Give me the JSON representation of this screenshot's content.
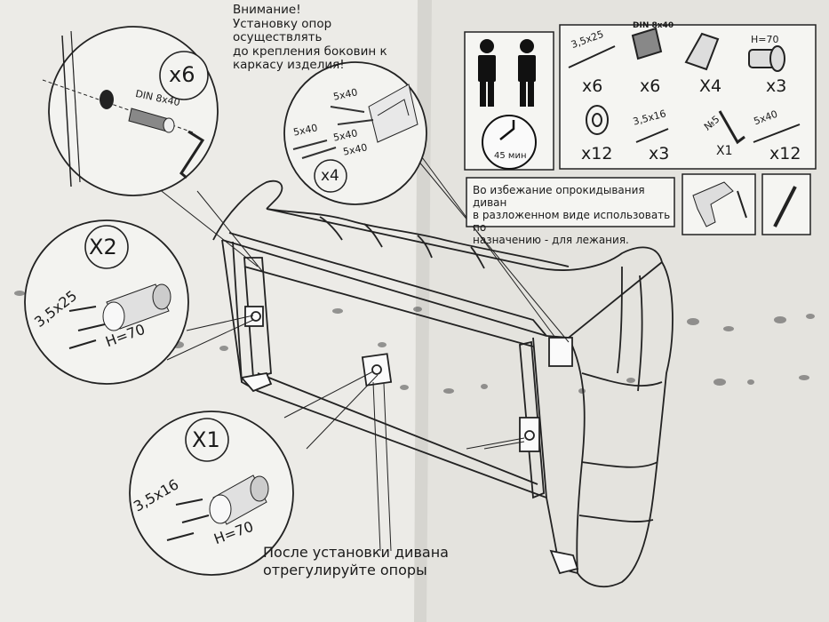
{
  "warning": {
    "title": "Внимание!",
    "lines": [
      "Установку опор осуществлять",
      "до крепления боковин к",
      "каркасу изделия!"
    ]
  },
  "final_note": {
    "line1": "После установки дивана",
    "line2": "отрегулируйте опоры"
  },
  "tipping_warning": {
    "line1": "Во избежание опрокидывания диван",
    "line2": "в разложенном виде использовать по",
    "line3": "назначению - для лежания."
  },
  "assembly_time": "45 мин",
  "parts": [
    {
      "icon": "screw-icon",
      "label": "3,5х25",
      "qty": "x6"
    },
    {
      "icon": "dowel-icon",
      "label": "DIN 8x40",
      "qty": "x6"
    },
    {
      "icon": "corner-bracket-icon",
      "label": "",
      "qty": "X4"
    },
    {
      "icon": "adjustable-foot-icon",
      "label": "H=70",
      "qty": "x3"
    },
    {
      "icon": "washer-icon",
      "label": "",
      "qty": "x12"
    },
    {
      "icon": "screw-icon",
      "label": "3,5х16",
      "qty": "x3"
    },
    {
      "icon": "hex-key-icon",
      "label": "№5",
      "qty": "X1"
    },
    {
      "icon": "screw-icon",
      "label": "5х40",
      "qty": "x12"
    }
  ],
  "callouts": {
    "dowel": {
      "count": "x6",
      "label": "DIN 8x40"
    },
    "brackets": {
      "count": "x4",
      "screws": [
        "5x40",
        "5x40",
        "5x40",
        "5x40"
      ]
    },
    "feet_x2": {
      "count": "X2",
      "screw": "3,5х25",
      "height": "H=70"
    },
    "feet_x1": {
      "count": "X1",
      "screw": "3,5х16",
      "height": "H=70"
    }
  }
}
